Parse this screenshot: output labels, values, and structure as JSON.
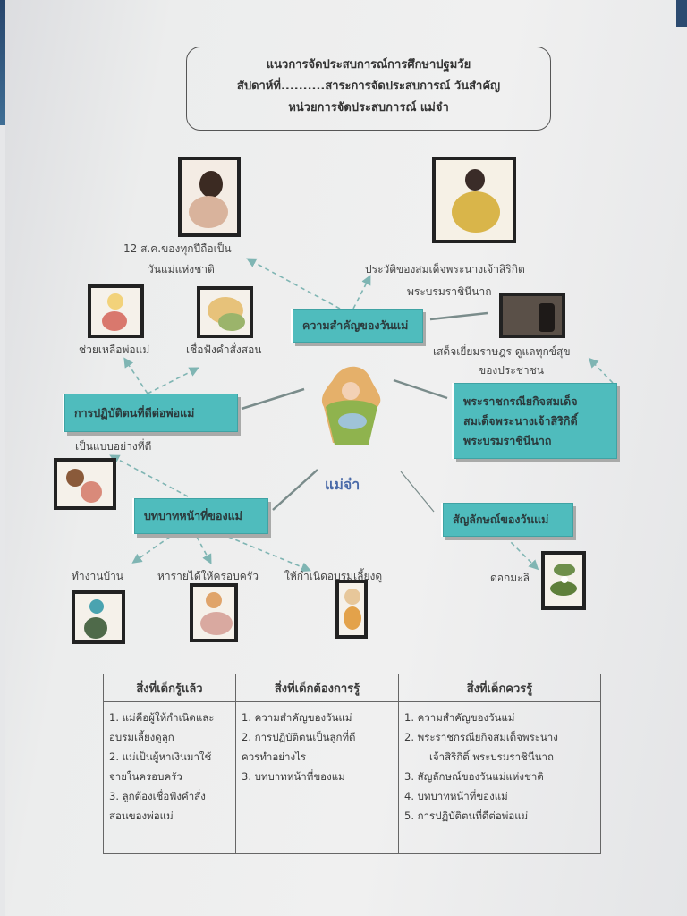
{
  "header": {
    "line1": "แนวการจัดประสบการณ์การศึกษาปฐมวัย",
    "line2": "สัปดาห์ที่..........สาระการจัดประสบการณ์  วันสำคัญ",
    "line3": "หน่วยการจัดประสบการณ์  แม่จ๋า"
  },
  "mindmap": {
    "center": "แม่จ๋า",
    "branches": {
      "importance": {
        "title": "ความสำคัญของวันแม่",
        "items": [
          "12 ส.ค.ของทุกปีถือเป็น",
          "วันแม่แห่งชาติ",
          "ประวัติของสมเด็จพระนางเจ้าสิริกิต",
          "พระบรมราชินีนาถ"
        ]
      },
      "behavior": {
        "title": "การปฏิบัติตนที่ดีต่อพ่อแม่",
        "items": [
          "ช่วยเหลือพ่อแม่",
          "เชื่อฟังคำสั่งสอน"
        ]
      },
      "royal": {
        "title_lines": [
          "พระราชกรณียกิจสมเด็จ",
          "สมเด็จพระนางเจ้าสิริกิติ์",
          "พระบรมราชินีนาถ"
        ],
        "items": [
          "เสด็จเยี่ยมราษฎร ดูแลทุกข์สุข",
          "ของประชาชน"
        ]
      },
      "role": {
        "title": "บทบาทหน้าที่ของแม่",
        "items": [
          "เป็นแบบอย่างที่ดี",
          "ทำงานบ้าน",
          "หารายได้ให้ครอบครัว",
          "ให้กำเนิดอบรมเลี้ยงดู"
        ]
      },
      "symbol": {
        "title": "สัญลักษณ์ของวันแม่",
        "items": [
          "ดอกมะลิ"
        ]
      }
    }
  },
  "table": {
    "headers": [
      "สิ่งที่เด็กรู้แล้ว",
      "สิ่งที่เด็กต้องการรู้",
      "สิ่งที่เด็กควรรู้"
    ],
    "col1": [
      "1. แม่คือผู้ให้กำเนิดและ",
      "อบรมเลี้ยงดูลูก",
      "2. แม่เป็นผู้หาเงินมาใช้",
      "จ่ายในครอบครัว",
      "3. ลูกต้องเชื่อฟังคำสั่ง",
      "สอนของพ่อแม่"
    ],
    "col2": [
      "1. ความสำคัญของวันแม่",
      "2. การปฏิบัติตนเป็นลูกที่ดี",
      "ควรทำอย่างไร",
      "3. บทบาทหน้าที่ของแม่"
    ],
    "col3": [
      "1. ความสำคัญของวันแม่",
      "2. พระราชกรณียกิจสมเด็จพระนาง",
      "เจ้าสิริกิติ์ พระบรมราชินีนาถ",
      "3. สัญลักษณ์ของวันแม่แห่งชาติ",
      "4. บทบาทหน้าที่ของแม่",
      "5. การปฏิบัติตนที่ดีต่อพ่อแม่"
    ]
  },
  "colors": {
    "teal": "#4fbcbd",
    "center_text": "#4a6aa8",
    "arrow": "#7fb5b3"
  }
}
